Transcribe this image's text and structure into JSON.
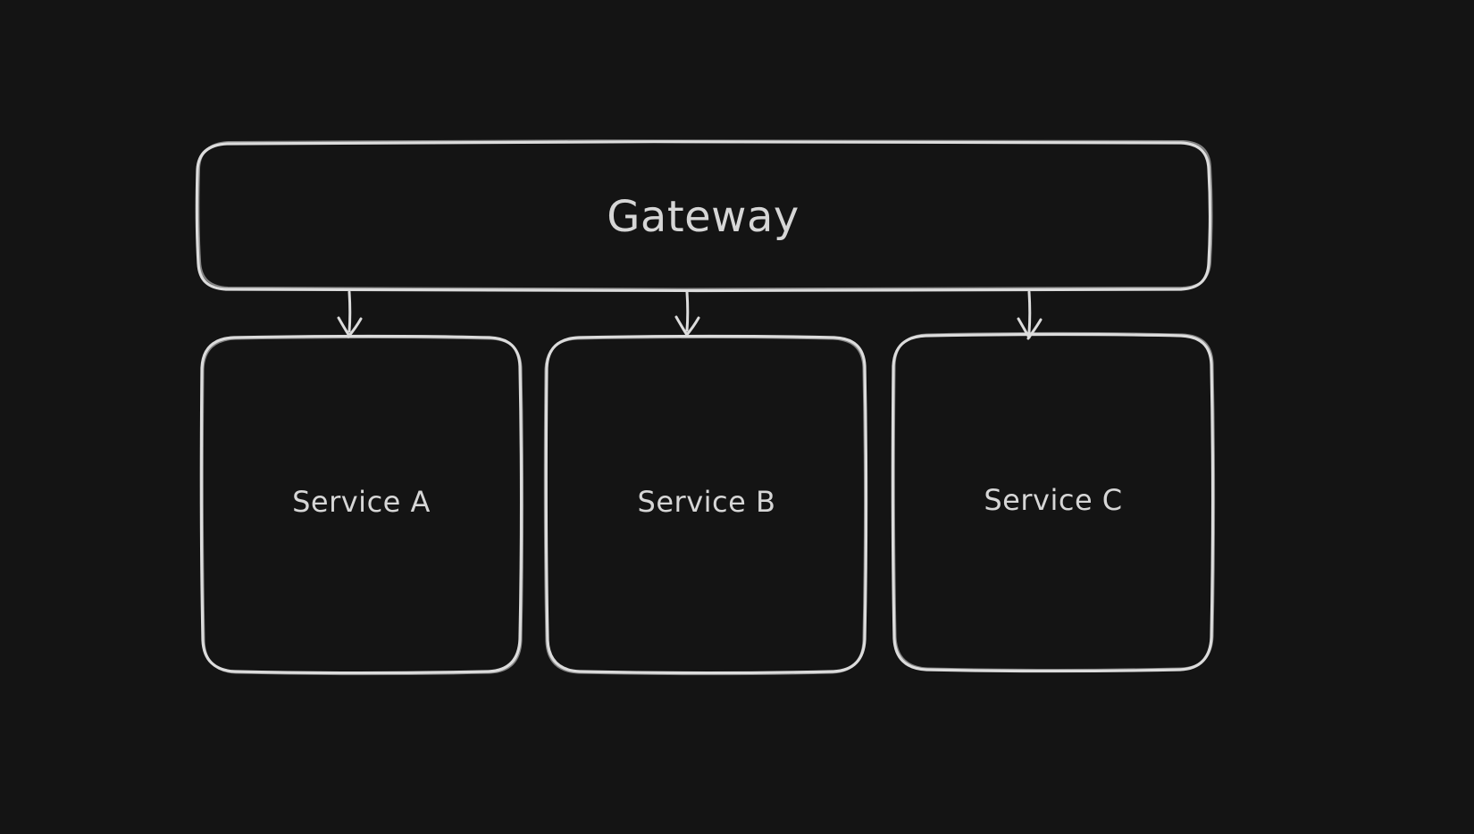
{
  "canvas": {
    "colors": {
      "background": "#141414",
      "stroke": "#dcdcdc",
      "text": "#d6d6d6"
    }
  },
  "diagram": {
    "nodes": [
      {
        "id": "gateway",
        "label": "Gateway",
        "shape": "rounded-rectangle"
      },
      {
        "id": "service-a",
        "label": "Service A",
        "shape": "rounded-rectangle"
      },
      {
        "id": "service-b",
        "label": "Service B",
        "shape": "rounded-rectangle"
      },
      {
        "id": "service-c",
        "label": "Service C",
        "shape": "rounded-rectangle"
      }
    ],
    "edges": [
      {
        "from": "gateway",
        "to": "service-a",
        "style": "arrow-down"
      },
      {
        "from": "gateway",
        "to": "service-b",
        "style": "arrow-down"
      },
      {
        "from": "gateway",
        "to": "service-c",
        "style": "arrow-down"
      }
    ]
  }
}
